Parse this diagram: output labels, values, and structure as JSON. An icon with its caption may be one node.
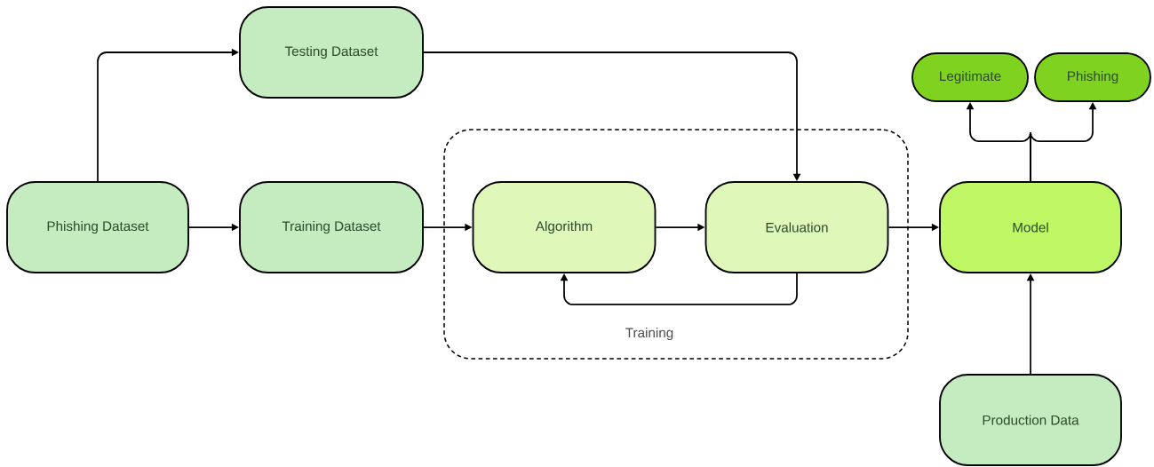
{
  "diagram": {
    "nodes": [
      {
        "text": [
          "Phishing Dataset"
        ]
      },
      {
        "text": [
          "Testing Dataset"
        ]
      },
      {
        "text": [
          "Training Dataset"
        ]
      },
      {
        "text": [
          "Training"
        ]
      },
      {
        "text": [
          "Algorithm"
        ],
        "in": 3
      },
      {
        "text": [
          "Evaluation"
        ],
        "in": 3
      },
      {
        "text": [
          "Model"
        ]
      },
      {
        "text": [
          "Legitimate"
        ]
      },
      {
        "text": [
          "Phishing"
        ]
      },
      {
        "text": [
          "Production Data"
        ]
      }
    ],
    "edges": [
      {
        "from": 0,
        "to": 1,
        "arrow": "to"
      },
      {
        "from": 0,
        "to": 2,
        "arrow": "to"
      },
      {
        "from": 2,
        "to": 4,
        "arrow": "to"
      },
      {
        "from": 1,
        "to": 5,
        "arrow": "to"
      },
      {
        "from": 4,
        "to": 5,
        "arrow": "to"
      },
      {
        "from": 5,
        "to": 4,
        "arrow": "to"
      },
      {
        "from": 5,
        "to": 6,
        "arrow": "to"
      },
      {
        "from": 6,
        "to": 7,
        "arrow": "to"
      },
      {
        "from": 6,
        "to": 8,
        "arrow": "to"
      },
      {
        "from": 9,
        "to": 6,
        "arrow": "to"
      }
    ]
  }
}
